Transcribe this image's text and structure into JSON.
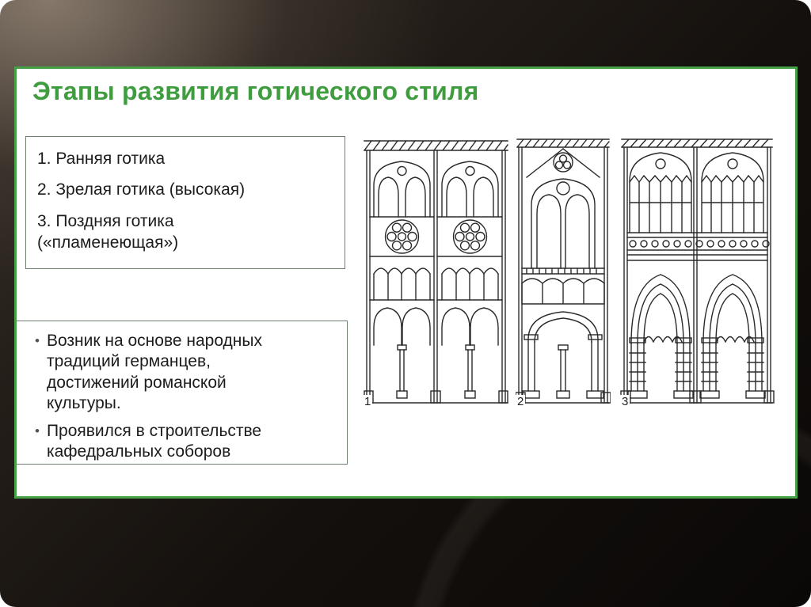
{
  "slide": {
    "title": "Этапы развития готического стиля",
    "stages": [
      "1. Ранняя готика",
      "2. Зрелая готика (высокая)",
      "3. Поздняя готика («пламенеющая»)"
    ],
    "bullet_char": "•",
    "notes": [
      "Возник на основе народных традиций германцев, достижений романской культуры.",
      "Проявился в строительстве кафедральных соборов"
    ],
    "figures": [
      {
        "label": "1",
        "name": "early-gothic-elevation"
      },
      {
        "label": "2",
        "name": "high-gothic-elevation"
      },
      {
        "label": "3",
        "name": "late-flamboyant-gothic-elevation"
      }
    ],
    "colors": {
      "title_green": "#3f9d3f",
      "slide_border_green": "#46a046",
      "box_border": "#6f7f6f",
      "background_dark": "#17120f"
    }
  }
}
